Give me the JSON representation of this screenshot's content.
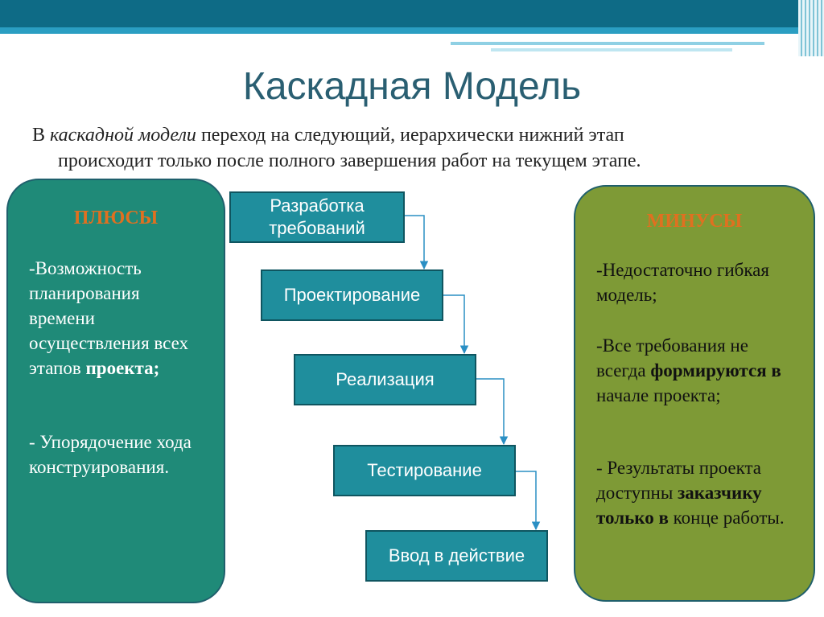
{
  "title": "Каскадная Модель",
  "intro": {
    "prefix": "В ",
    "italic": "каскадной модели",
    "rest_line1": " переход на следующий, иерархически нижний этап",
    "line2": "происходит только после полного завершения работ на текущем этапе."
  },
  "pros": {
    "heading": "ПЛЮСЫ",
    "item1_a": "-Возможность планирования времени осуществления всех этапов",
    "item1_b": "проекта;",
    "item2": "- Упорядочение хода конструирования."
  },
  "cons": {
    "heading": "МИНУСЫ",
    "item1": "-Недостаточно гибкая модель;",
    "item2_a": "-Все требования не всегда",
    "item2_b": "формируются в",
    "item2_c": "начале проекта;",
    "item3_a": "- Результаты проекта доступны",
    "item3_b": "заказчику только в",
    "item3_c": "конце работы."
  },
  "steps": [
    "Разработка требований",
    "Проектирование",
    "Реализация",
    "Тестирование",
    "Ввод в действие"
  ],
  "colors": {
    "pros_panel": "#1f8a78",
    "cons_panel": "#7e9a36",
    "heading": "#e07020",
    "step_box": "#1f8e9d",
    "title": "#2a5f72"
  }
}
